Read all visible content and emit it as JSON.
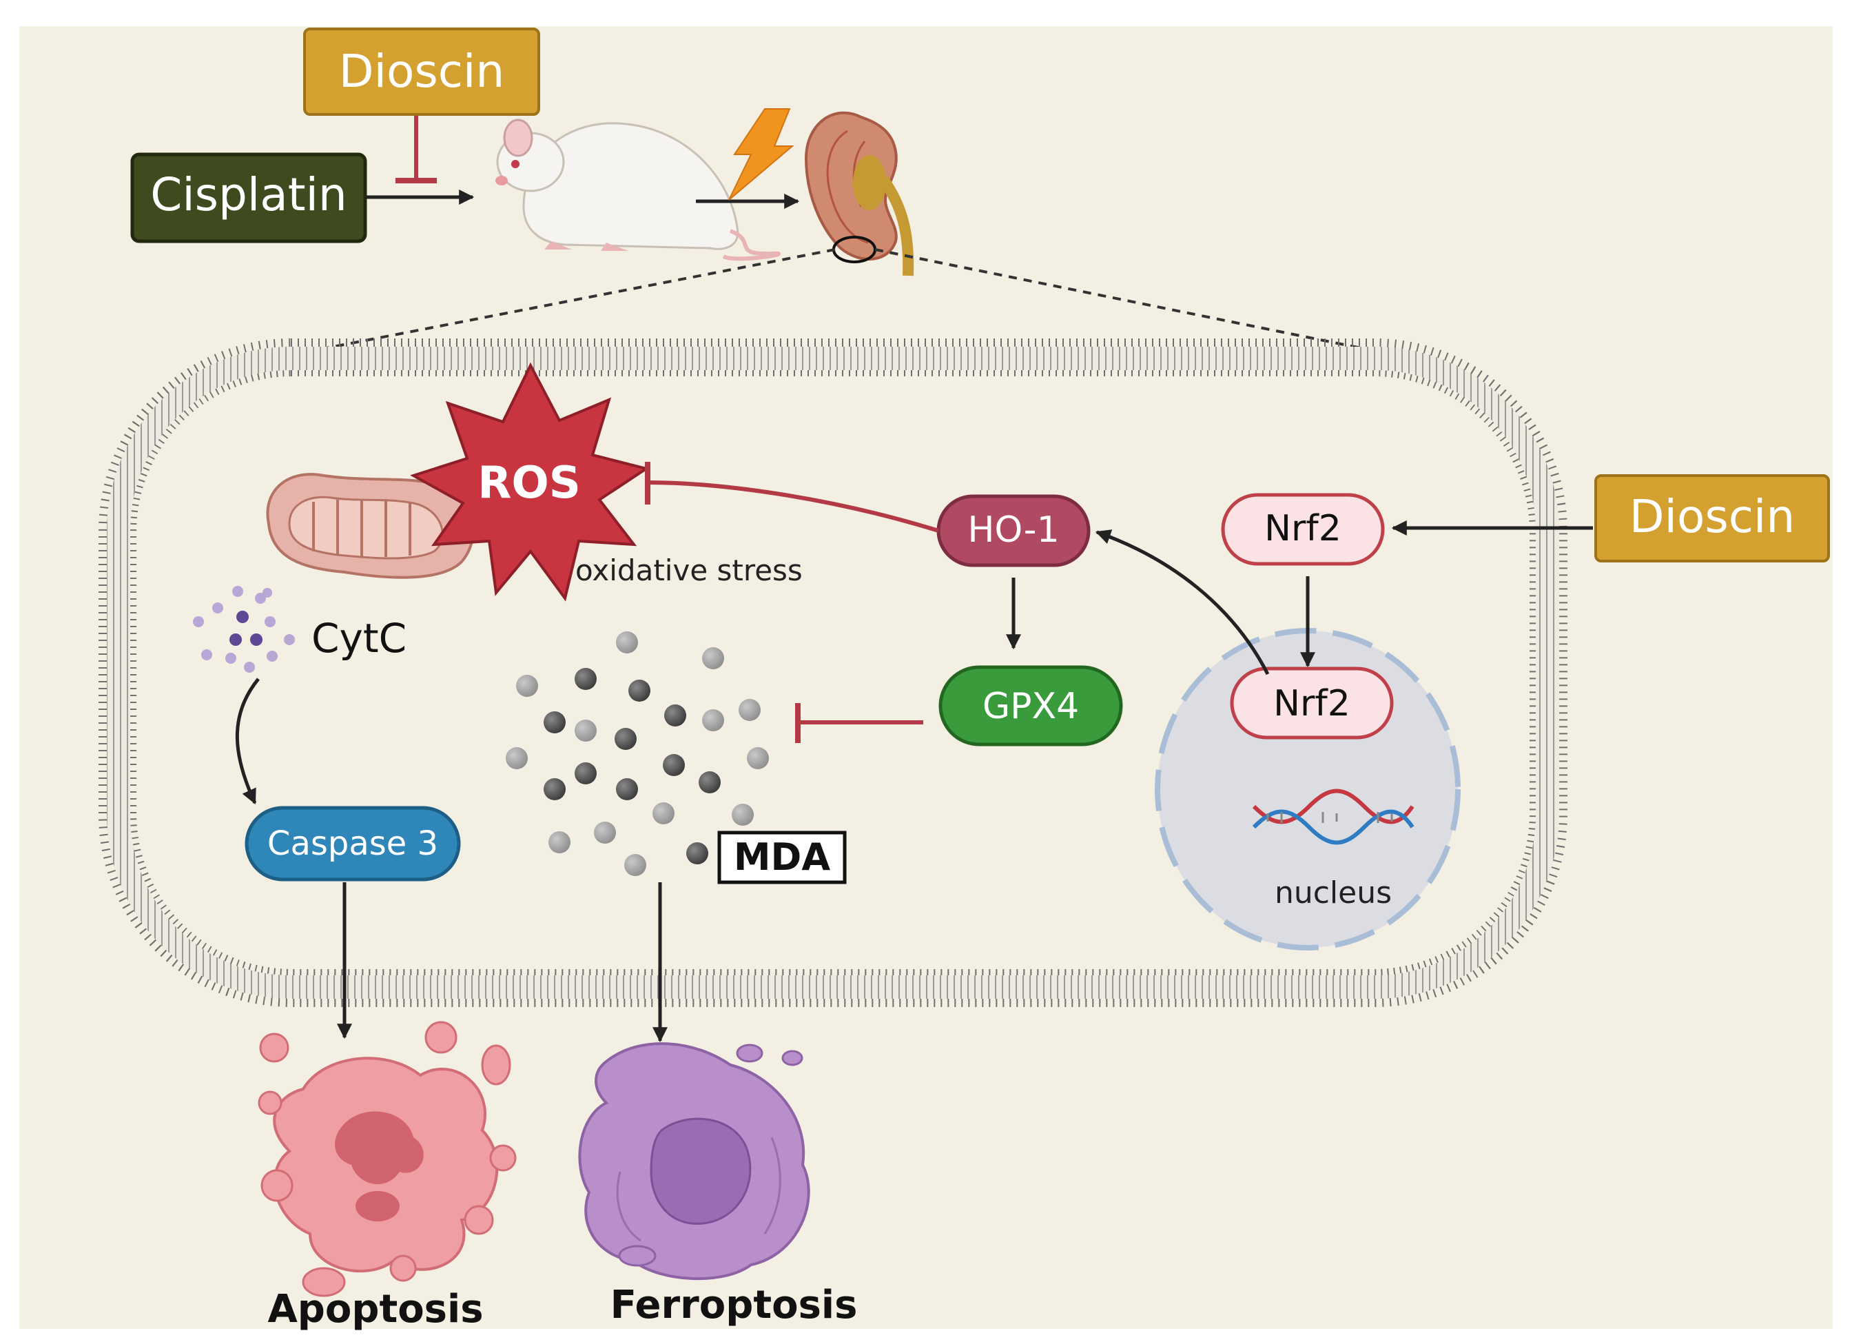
{
  "labels": {
    "dioscin_top": "Dioscin",
    "cisplatin": "Cisplatin",
    "dioscin_right": "Dioscin",
    "ros": "ROS",
    "oxidative_stress": "oxidative stress",
    "cytc": "CytC",
    "ho1": "HO-1",
    "gpx4": "GPX4",
    "nrf2_cytoplasm": "Nrf2",
    "nrf2_nucleus": "Nrf2",
    "nucleus": "nucleus",
    "caspase3": "Caspase 3",
    "mda": "MDA",
    "apoptosis": "Apoptosis",
    "ferroptosis": "Ferroptosis"
  },
  "colors": {
    "background": "#f4efe3",
    "dioscin_fill": "#d4a130",
    "cisplatin_fill": "#3f4a1f",
    "ros_fill": "#c8343f",
    "ho1_fill": "#b04a63",
    "gpx4_fill": "#3a9b3d",
    "nrf2_fill": "#fbe3e5",
    "nrf2_stroke": "#c0404a",
    "caspase_fill": "#2f86b8",
    "inhibit": "#b33a44",
    "arrow": "#222222",
    "membrane": "#7a7a7a",
    "nucleus_fill": "#dcdde2",
    "nucleus_stroke": "#a9bed6",
    "apoptosis_fill": "#ef9ea4",
    "ferroptosis_fill": "#b88fcb"
  }
}
